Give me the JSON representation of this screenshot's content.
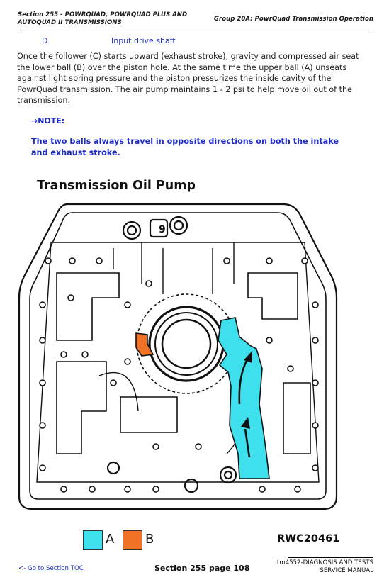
{
  "header": {
    "section_line1": "Section 255 - POWRQUAD, POWRQUAD PLUS AND",
    "section_line2": "AUTOQUAD II TRANSMISSIONS",
    "group": "Group 20A: PowrQuad Transmission Operation"
  },
  "legend_row": {
    "key": "D",
    "value": "Input drive shaft"
  },
  "paragraph": "Once the follower (C) starts upward (exhaust stroke), gravity and compressed air seat the lower ball (B) over the piston hole. At the same time the upper ball (A) unseats against light spring pressure and the piston pressurizes the inside cavity of the PowrQuad transmission. The air pump maintains 1 - 2 psi to help move oil out of the transmission.",
  "note": {
    "label": "→NOTE:",
    "text": "The two balls always travel in opposite directions on both the intake and exhaust stroke."
  },
  "figure": {
    "title": "Transmission Oil Pump",
    "code": "RWC20461",
    "diagram_label": "9",
    "legend": [
      {
        "label": "A",
        "color": "#3fe0ee"
      },
      {
        "label": "B",
        "color": "#f07226"
      }
    ]
  },
  "footer": {
    "toc_link": "<- Go to Section TOC",
    "page": "Section 255 page 108",
    "manual_line1": "tm4552-DIAGNOSIS AND TESTS",
    "manual_line2": "SERVICE MANUAL"
  }
}
